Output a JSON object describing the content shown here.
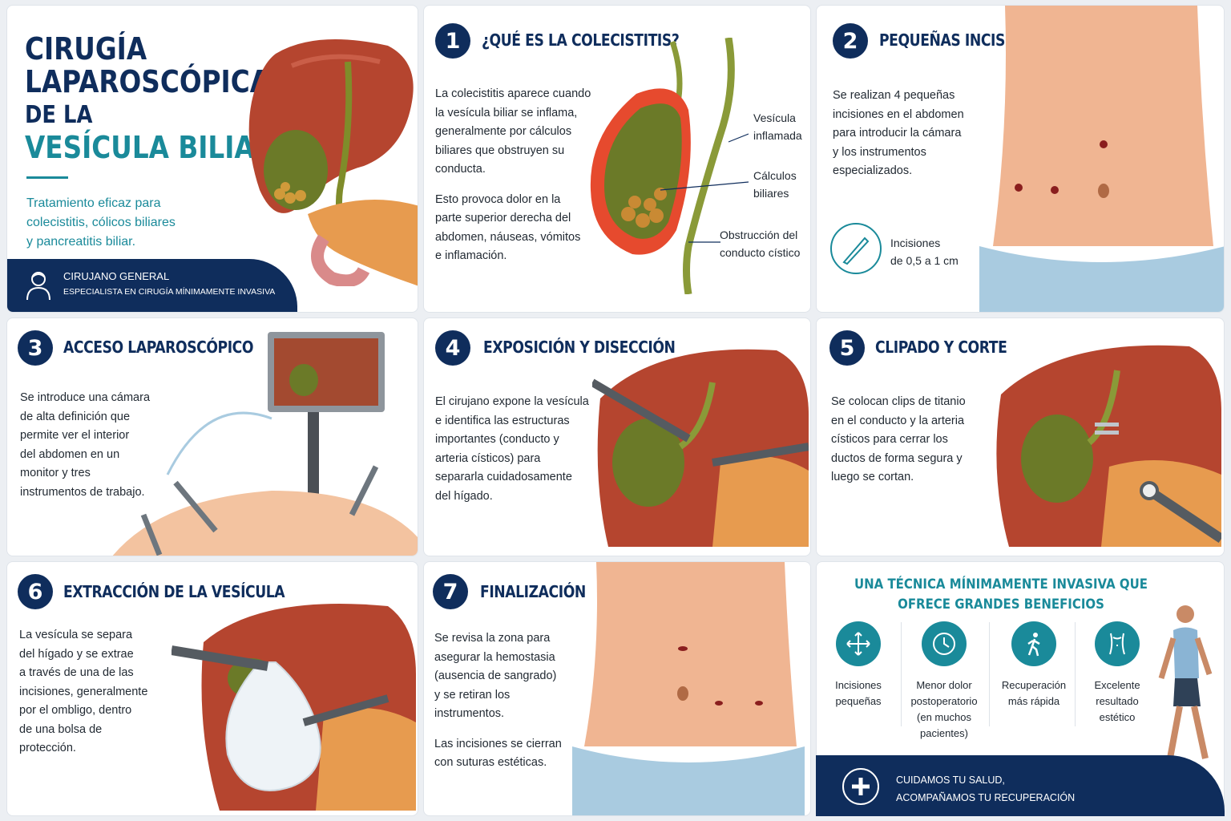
{
  "hero": {
    "title_line1": "CIRUGÍA",
    "title_line2": "LAPAROSCÓPICA",
    "title_line3": "DE LA",
    "title_line4": "VESÍCULA BILIAR",
    "subtitle_line1": "Tratamiento eficaz para",
    "subtitle_line2": "colecistitis, cólicos biliares",
    "subtitle_line3": "y pancreatitis biliar.",
    "role": "CIRUJANO GENERAL",
    "specialty": "ESPECIALISTA EN CIRUGÍA MÍNIMAMENTE INVASIVA"
  },
  "step1": {
    "number": "1",
    "title": "¿QUÉ ES LA COLECISTITIS?",
    "p1_lines": [
      "La colecistitis aparece cuando",
      "la vesícula biliar se inflama,",
      "generalmente por cálculos",
      "biliares que obstruyen su",
      "conducta."
    ],
    "p2_lines": [
      "Esto provoca dolor en la",
      "parte superior derecha del",
      "abdomen, náuseas, vómitos",
      "e inflamación."
    ],
    "label_vesicula_1": "Vesícula",
    "label_vesicula_2": "inflamada",
    "label_calculos_1": "Cálculos",
    "label_calculos_2": "biliares",
    "label_obstruccion_1": "Obstrucción del",
    "label_obstruccion_2": "conducto cístico"
  },
  "step2": {
    "number": "2",
    "title": "PEQUEÑAS INCISIONES",
    "lines": [
      "Se realizan 4 pequeñas",
      "incisiones en el abdomen",
      "para introducir la cámara",
      "y los instrumentos",
      "especializados."
    ],
    "note_1": "Incisiones",
    "note_2": "de 0,5 a 1 cm"
  },
  "step3": {
    "number": "3",
    "title": "ACCESO LAPAROSCÓPICO",
    "lines": [
      "Se introduce una cámara",
      "de alta definición que",
      "permite ver el interior",
      "del abdomen en un",
      "monitor y tres",
      "instrumentos de trabajo."
    ]
  },
  "step4": {
    "number": "4",
    "title": "EXPOSICIÓN Y DISECCIÓN",
    "lines": [
      "El cirujano expone la vesícula",
      "e identifica las estructuras",
      "importantes (conducto y",
      "arteria císticos) para",
      "separarla cuidadosamente",
      "del hígado."
    ]
  },
  "step5": {
    "number": "5",
    "title": "CLIPADO Y CORTE",
    "lines": [
      "Se colocan clips de titanio",
      "en el conducto y la arteria",
      "císticos para cerrar los",
      "ductos de forma segura y",
      "luego se cortan."
    ]
  },
  "step6": {
    "number": "6",
    "title": "EXTRACCIÓN DE LA VESÍCULA",
    "lines": [
      "La vesícula se separa",
      "del hígado y se extrae",
      "a través de una de las",
      "incisiones, generalmente",
      "por el ombligo, dentro",
      "de una bolsa de",
      "protección."
    ]
  },
  "step7": {
    "number": "7",
    "title": "FINALIZACIÓN",
    "p1_lines": [
      "Se revisa la zona para",
      "asegurar la hemostasia",
      "(ausencia de sangrado)",
      "y se retiran los",
      "instrumentos."
    ],
    "p2_lines": [
      "Las incisiones se cierran",
      "con suturas estéticas."
    ]
  },
  "benefits": {
    "heading_1": "UNA TÉCNICA MÍNIMAMENTE INVASIVA QUE",
    "heading_2": "OFRECE GRANDES BENEFICIOS",
    "items": [
      {
        "icon": "arrows-icon",
        "line1": "Incisiones",
        "line2": "pequeñas",
        "line3": "",
        "line4": ""
      },
      {
        "icon": "clock-icon",
        "line1": "Menor dolor",
        "line2": "postoperatorio",
        "line3": "(en muchos",
        "line4": "pacientes)"
      },
      {
        "icon": "walking-icon",
        "line1": "Recuperación",
        "line2": "más rápida",
        "line3": "",
        "line4": ""
      },
      {
        "icon": "torso-icon",
        "line1": "Excelente",
        "line2": "resultado",
        "line3": "estético",
        "line4": ""
      }
    ],
    "footer_1": "CUIDAMOS TU SALUD,",
    "footer_2": "ACOMPAÑAMOS TU RECUPERACIÓN"
  },
  "colors": {
    "navy": "#0f2d5c",
    "teal": "#1a8a9a",
    "liver": "#b5452f",
    "gallbladder": "#6b7a28",
    "skin": "#f0b592"
  }
}
